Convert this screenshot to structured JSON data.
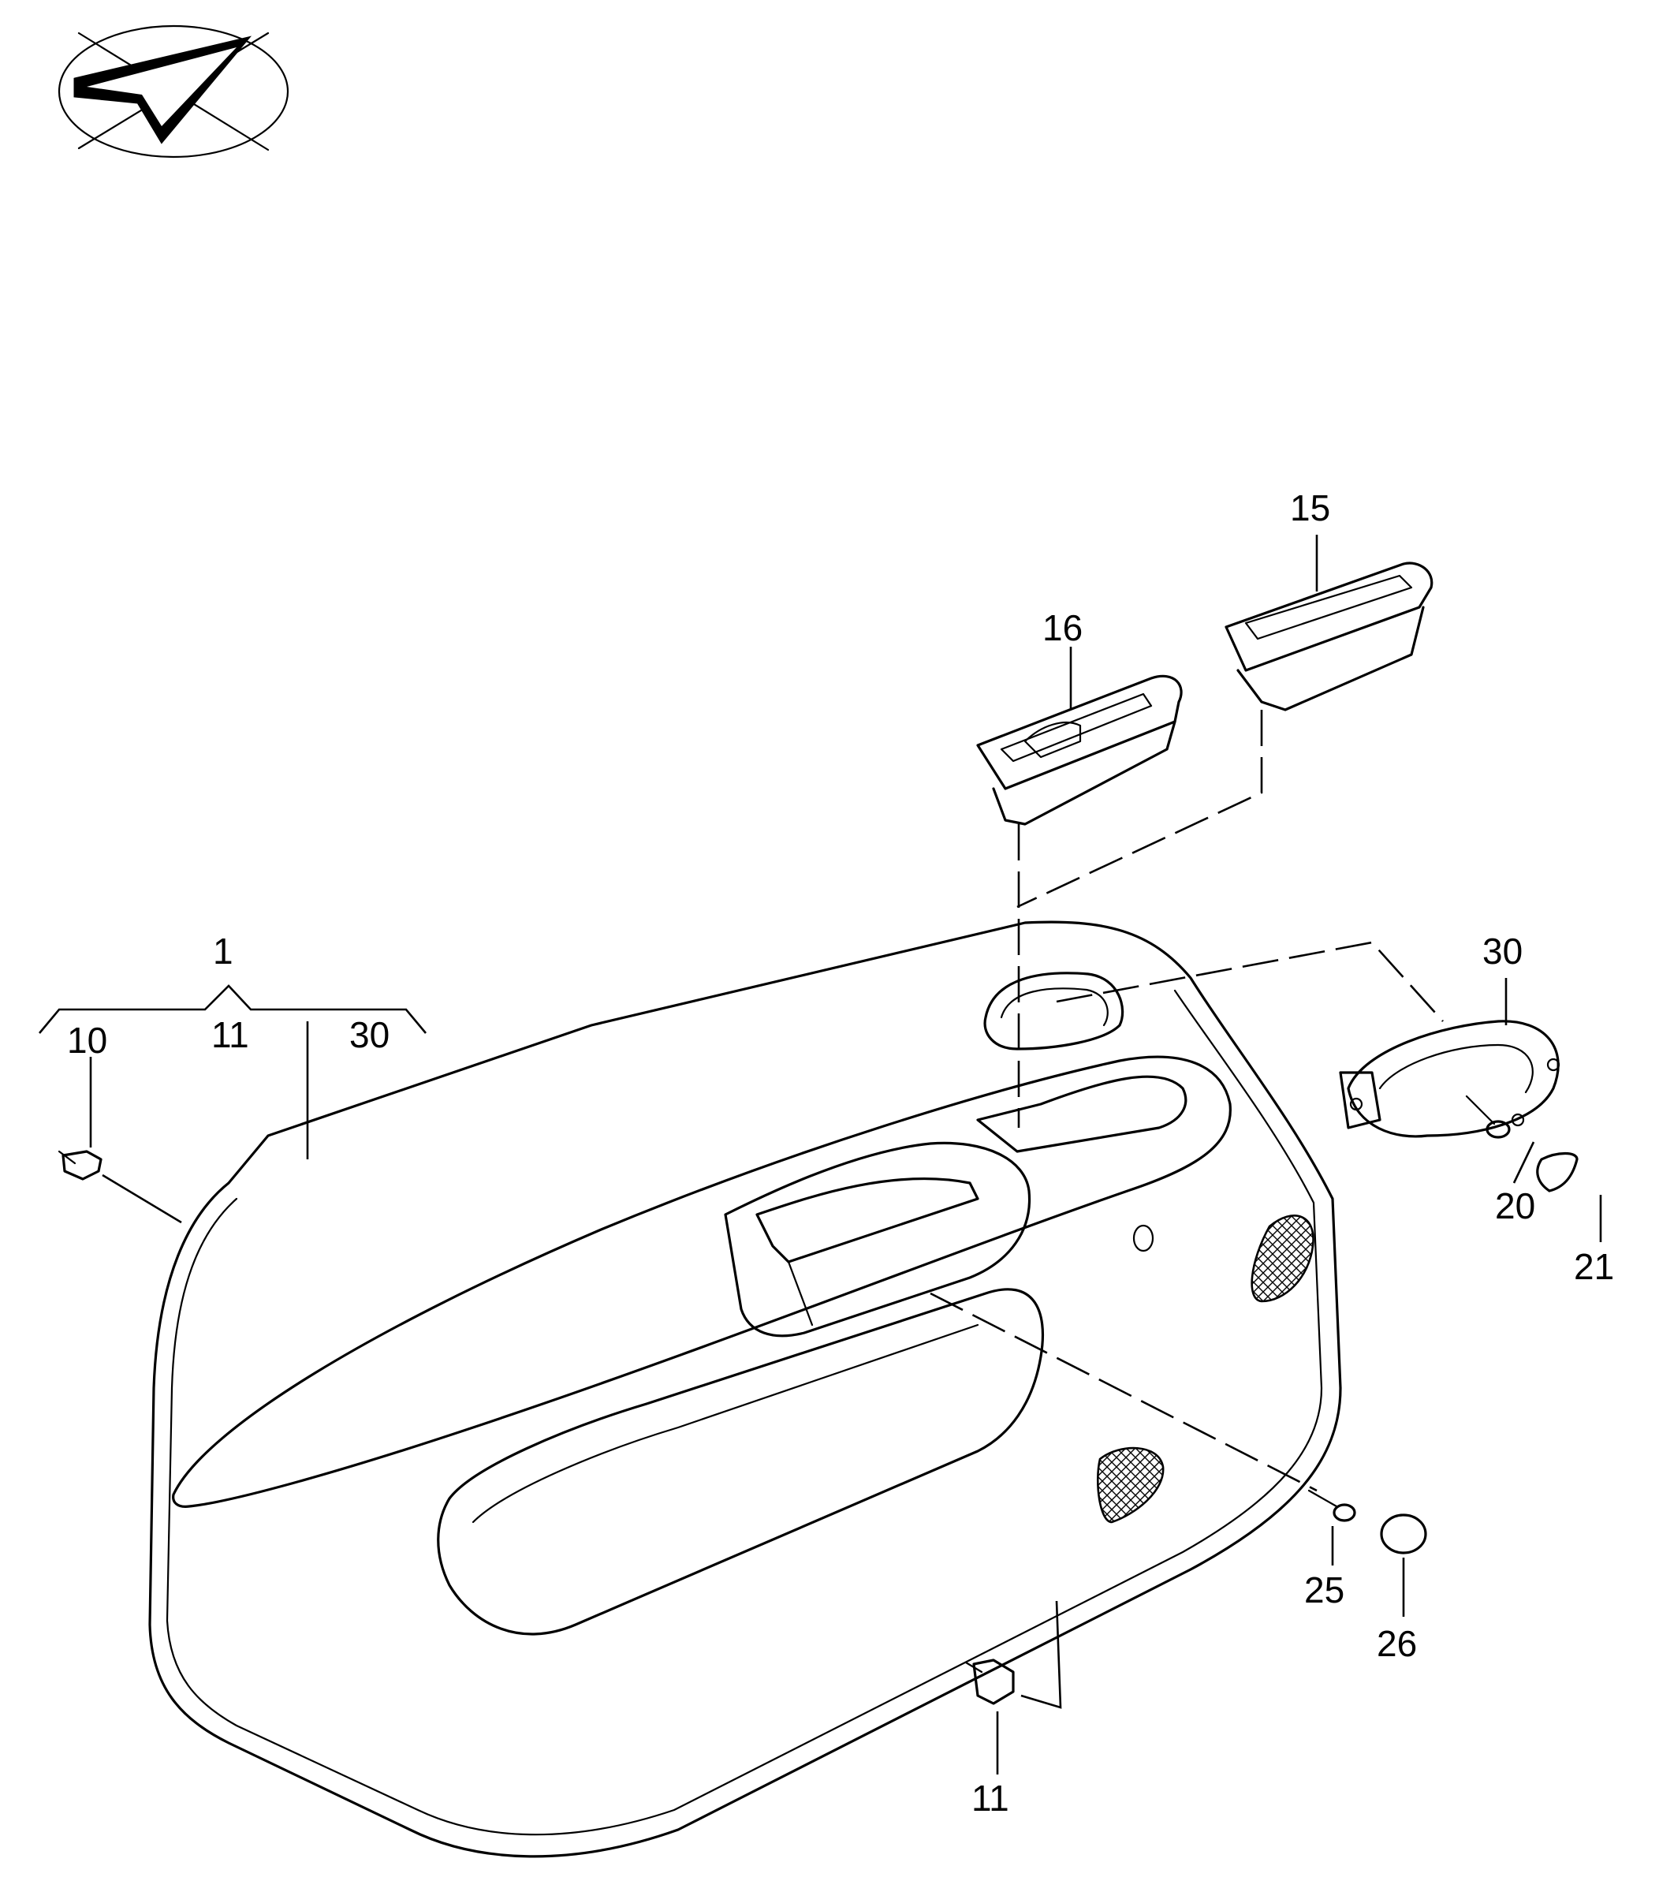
{
  "diagram": {
    "callouts": [
      {
        "id": "c1",
        "label": "1"
      },
      {
        "id": "c10",
        "label": "10"
      },
      {
        "id": "c11a",
        "label": "11"
      },
      {
        "id": "c30a",
        "label": "30"
      },
      {
        "id": "c16",
        "label": "16"
      },
      {
        "id": "c15",
        "label": "15"
      },
      {
        "id": "c30b",
        "label": "30"
      },
      {
        "id": "c20",
        "label": "20"
      },
      {
        "id": "c21",
        "label": "21"
      },
      {
        "id": "c25",
        "label": "25"
      },
      {
        "id": "c26",
        "label": "26"
      },
      {
        "id": "c11b",
        "label": "11"
      }
    ]
  }
}
